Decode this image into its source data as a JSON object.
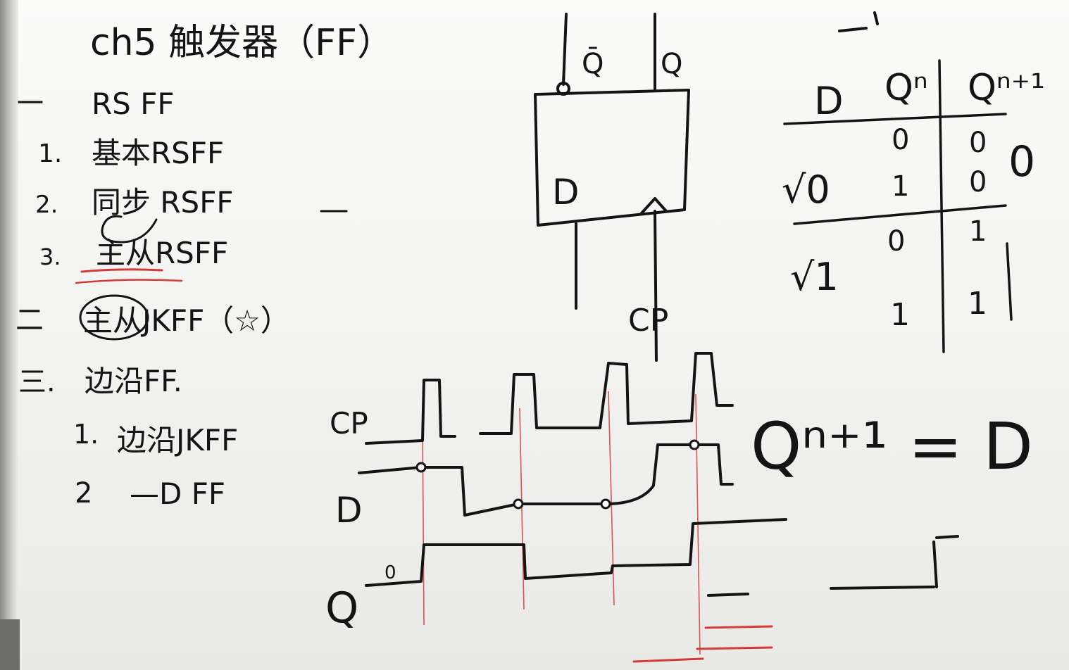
{
  "outline": {
    "title": "ch5 触发器（FF）",
    "items": [
      {
        "marker": "一",
        "label": "RS FF"
      },
      {
        "marker": "1.",
        "label": "基本RSFF"
      },
      {
        "marker": "2.",
        "label": "同步 RSFF"
      },
      {
        "marker": "3.",
        "label": "主从RSFF"
      },
      {
        "marker": "二",
        "label": "主从JKFF（☆）"
      },
      {
        "marker": "三.",
        "label": "边沿FF."
      },
      {
        "marker": "1.",
        "label": "边沿JKFF"
      },
      {
        "marker": "2",
        "label": "—D FF"
      }
    ]
  },
  "block": {
    "pins": {
      "qbar": "Q̄",
      "q": "Q",
      "d": "D",
      "cp": "CP"
    }
  },
  "truth_table": {
    "headers": [
      "D",
      "Qⁿ",
      "Qⁿ⁺¹"
    ],
    "rows": [
      [
        "0",
        "0",
        "0"
      ],
      [
        "0",
        "1",
        "0"
      ],
      [
        "1",
        "0",
        "1"
      ],
      [
        "1",
        "1",
        "1"
      ]
    ],
    "group_labels": [
      "√0",
      "√1"
    ],
    "side_note": "0"
  },
  "equation": "Qⁿ⁺¹ = D",
  "timing": {
    "labels": {
      "cp": "CP",
      "d": "D",
      "q": "Q",
      "q_initial": "0"
    }
  },
  "colors": {
    "ink": "#141414",
    "red_marker": "#d43a3a"
  }
}
